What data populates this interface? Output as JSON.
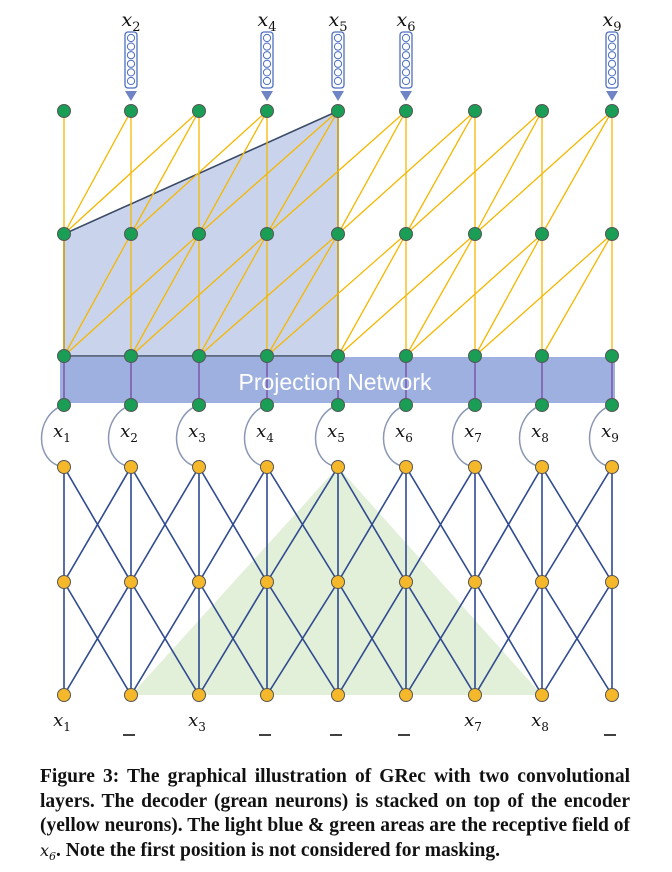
{
  "top_inputs": [
    {
      "var": "x",
      "sub": "2"
    },
    {
      "var": "x",
      "sub": "4"
    },
    {
      "var": "x",
      "sub": "5"
    },
    {
      "var": "x",
      "sub": "6"
    },
    {
      "var": "x",
      "sub": "9"
    }
  ],
  "projection_label": "Projection Network",
  "middle_labels": [
    {
      "var": "x",
      "sub": "1"
    },
    {
      "var": "x",
      "sub": "2"
    },
    {
      "var": "x",
      "sub": "3"
    },
    {
      "var": "x",
      "sub": "4"
    },
    {
      "var": "x",
      "sub": "5"
    },
    {
      "var": "x",
      "sub": "6"
    },
    {
      "var": "x",
      "sub": "7"
    },
    {
      "var": "x",
      "sub": "8"
    },
    {
      "var": "x",
      "sub": "9"
    }
  ],
  "bottom_labels": [
    {
      "var": "x",
      "sub": "1"
    },
    {
      "var": "_",
      "sub": ""
    },
    {
      "var": "x",
      "sub": "3"
    },
    {
      "var": "_",
      "sub": ""
    },
    {
      "var": "_",
      "sub": ""
    },
    {
      "var": "_",
      "sub": ""
    },
    {
      "var": "x",
      "sub": "7"
    },
    {
      "var": "x",
      "sub": "8"
    },
    {
      "var": "_",
      "sub": ""
    }
  ],
  "colors": {
    "decoder_neuron": "#1a9e55",
    "encoder_neuron": "#f5b82a",
    "decoder_edge": "#f5b700",
    "encoder_edge": "#2f4a8f",
    "decoder_field": "#c9d4ec",
    "encoder_field": "#e2efd9",
    "projection_band": "#9db0df",
    "projection_text": "#ffffff"
  },
  "caption": {
    "label": "Figure 3:",
    "text_before": " The graphical illustration of GRec with two convolutional layers. The decoder (grean neurons) is stacked on top of the encoder (yellow neurons). The light blue & green areas are the receptive field of ",
    "math_var": "x",
    "math_sub": "6",
    "text_after": ". Note the first position is not considered for masking."
  }
}
